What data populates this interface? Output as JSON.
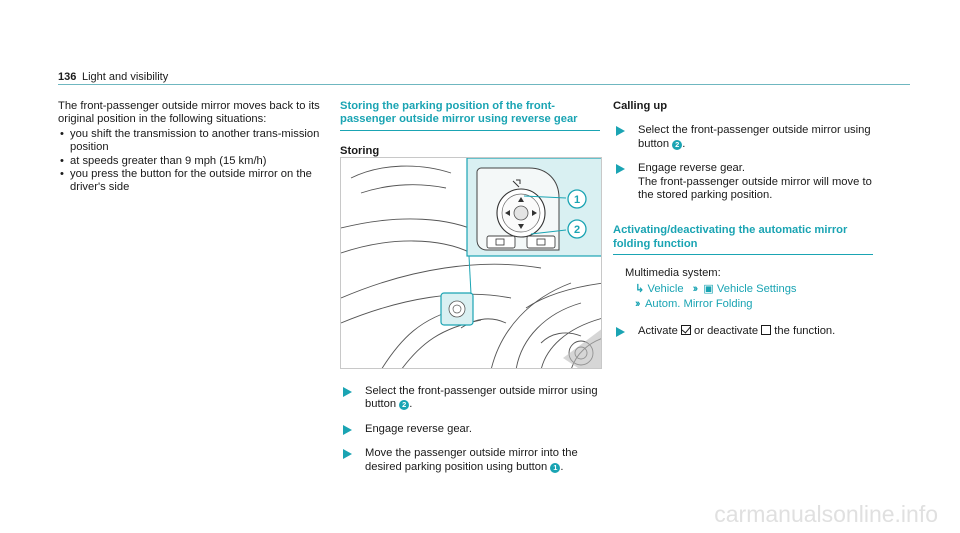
{
  "header": {
    "page_number": "136",
    "section_title": "Light and visibility"
  },
  "col1": {
    "intro": "The front-passenger outside mirror moves back to its original position in the following situations:",
    "bullets": [
      "you shift the transmission to another trans-mission position",
      "at speeds greater than 9 mph (15 km/h)",
      "you press the button for the outside mirror on the driver's side"
    ]
  },
  "col2": {
    "heading": "Storing the parking position of the front-passenger outside mirror using reverse gear",
    "subheading": "Storing",
    "steps": [
      {
        "before": "Select the front-passenger outside mirror using button",
        "badge": "2",
        "after": "."
      },
      {
        "before": "Engage reverse gear.",
        "badge": "",
        "after": ""
      },
      {
        "before": "Move the passenger outside mirror into the desired parking position using button",
        "badge": "1",
        "after": "."
      }
    ],
    "figure_callouts": [
      "1",
      "2"
    ]
  },
  "col3": {
    "subheading": "Calling up",
    "steps_a": [
      {
        "before": "Select the front-passenger outside mirror using button",
        "badge": "2",
        "after": "."
      },
      {
        "line1": "Engage reverse gear.",
        "line2": "The front-passenger outside mirror will move to the stored parking position."
      }
    ],
    "heading2": "Activating/deactivating the automatic mirror folding function",
    "multimedia": "Multimedia system:",
    "menu": {
      "vehicle": "Vehicle",
      "vehicle_settings": "Vehicle Settings",
      "folding": "Autom. Mirror Folding"
    },
    "activate": {
      "a": "Activate",
      "b": "or deactivate",
      "c": "the function."
    }
  },
  "watermark": "carmanualsonline.info",
  "colors": {
    "accent": "#1aa4b3",
    "panel": "#d9f0f2"
  }
}
